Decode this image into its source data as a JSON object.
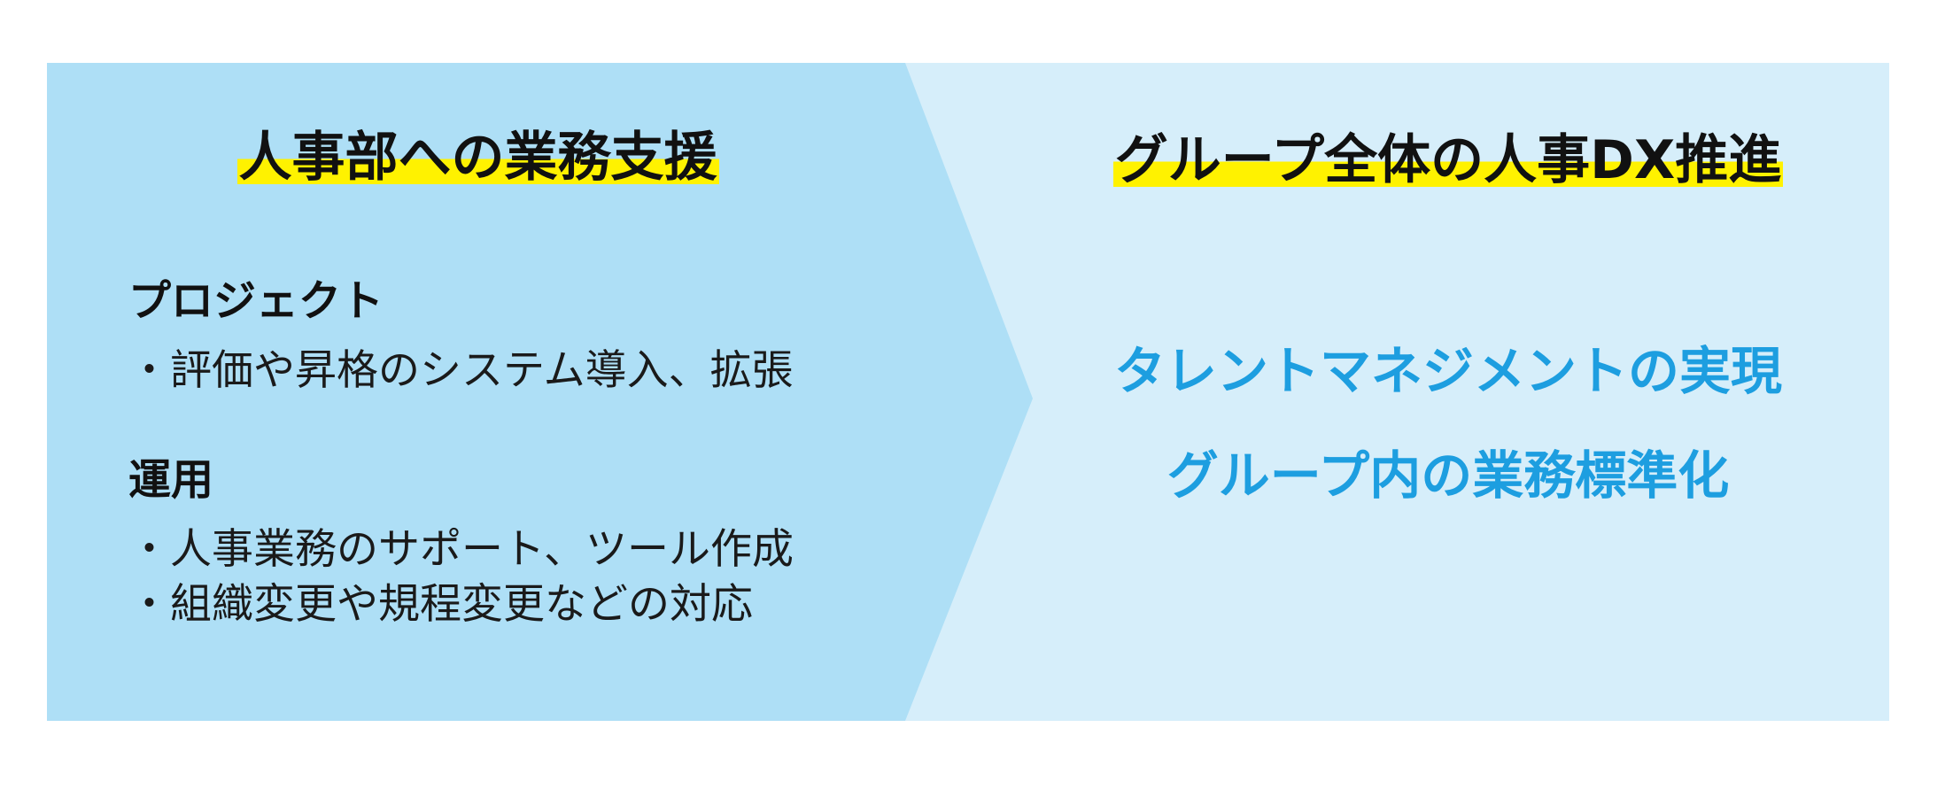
{
  "colors": {
    "left_panel": "#aedff6",
    "right_panel": "#d6eefa",
    "marker": "#fff200",
    "accent_text": "#1d9ee0"
  },
  "left": {
    "heading": "人事部への業務支援",
    "sections": [
      {
        "label": "プロジェクト",
        "items": [
          "・評価や昇格のシステム導入、拡張"
        ]
      },
      {
        "label": "運用",
        "items": [
          "・人事業務のサポート、ツール作成",
          "・組織変更や規程変更などの対応"
        ]
      }
    ]
  },
  "right": {
    "heading": "グループ全体の人事DX推進",
    "items": [
      "タレントマネジメントの実現",
      "グループ内の業務標準化"
    ]
  }
}
